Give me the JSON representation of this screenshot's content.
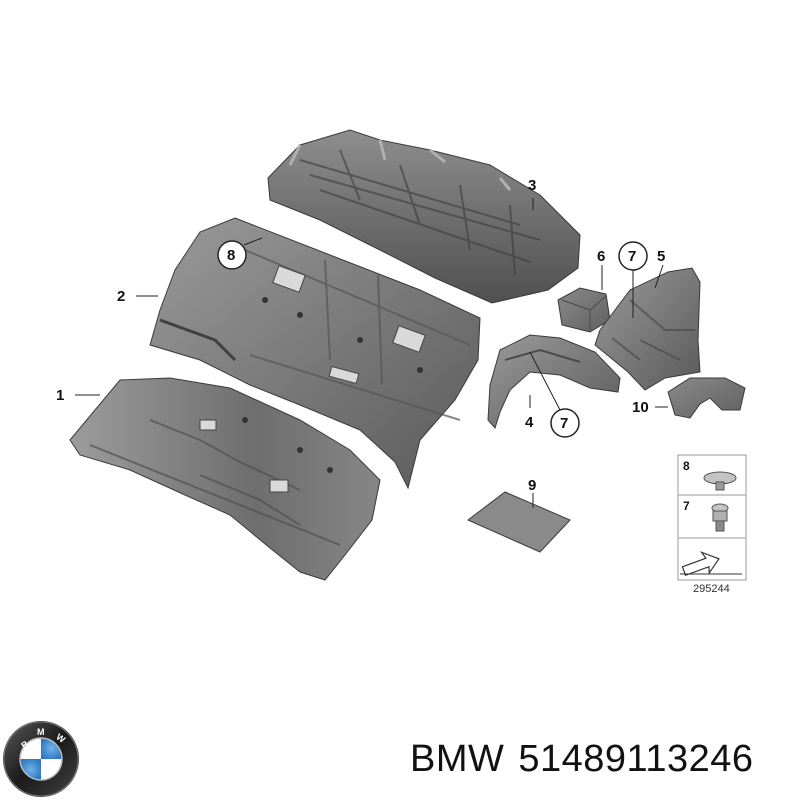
{
  "callouts": {
    "c1": "1",
    "c2": "2",
    "c3": "3",
    "c4": "4",
    "c5": "5",
    "c6": "6",
    "c7a": "7",
    "c7b": "7",
    "c8": "8",
    "c9": "9",
    "c10": "10"
  },
  "legend": {
    "row1": "8",
    "row2": "7",
    "ref_number": "295244"
  },
  "logo": {
    "letters": "BMW"
  },
  "footer": {
    "brand": "BMW",
    "part_number": "51489113246"
  },
  "colors": {
    "part_gray": "#7a7a7a",
    "part_dark": "#4e4e4e",
    "part_light": "#a8a8a8"
  }
}
